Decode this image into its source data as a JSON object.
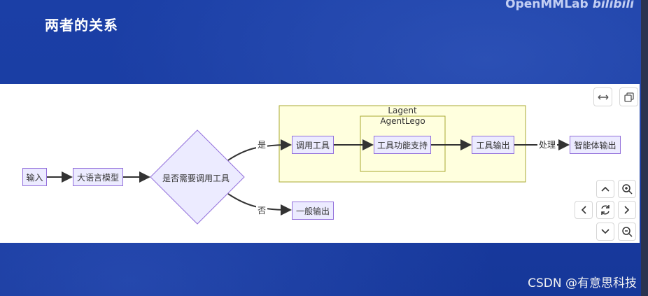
{
  "slide": {
    "title": "两者的关系",
    "brand": "OpenMMLab",
    "brand_logo": "bilibili",
    "watermark": "CSDN @有意思科技"
  },
  "diagram": {
    "clusters": {
      "lagent": "Lagent",
      "agentlego": "AgentLego"
    },
    "nodes": {
      "input": "输入",
      "llm": "大语言模型",
      "decision": "是否需要调用工具",
      "call_tool": "调用工具",
      "tool_support": "工具功能支持",
      "tool_output": "工具输出",
      "agent_output": "智能体输出",
      "general_output": "一般输出"
    },
    "edge_labels": {
      "yes": "是",
      "no": "否",
      "process": "处理"
    }
  },
  "controls": {
    "fit_icon": "horizontal-arrows-icon",
    "copy_icon": "copy-icon",
    "up_icon": "chevron-up-icon",
    "down_icon": "chevron-down-icon",
    "left_icon": "chevron-left-icon",
    "right_icon": "chevron-right-icon",
    "reset_icon": "refresh-icon",
    "zoom_in_icon": "zoom-in-icon",
    "zoom_out_icon": "zoom-out-icon"
  },
  "colors": {
    "node_fill": "#ecebff",
    "node_border": "#9370db",
    "cluster_fill": "#ffffde",
    "cluster_border": "#aaaa33",
    "background": "#1a3da3"
  }
}
